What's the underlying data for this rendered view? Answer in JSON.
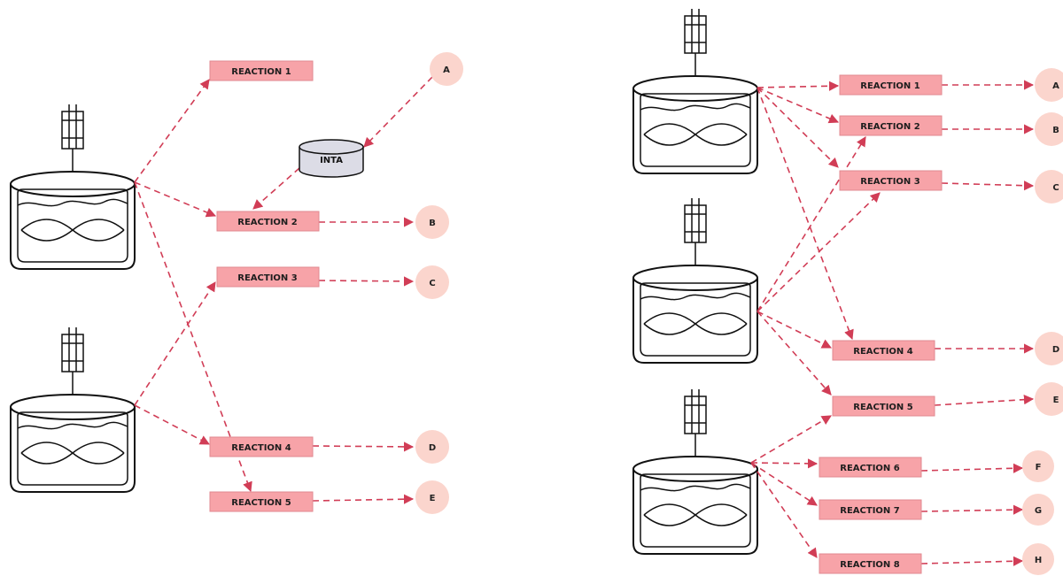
{
  "left": {
    "reactions": [
      "REACTION 1",
      "REACTION 2",
      "REACTION 3",
      "REACTION 4",
      "REACTION 5"
    ],
    "products": [
      "A",
      "B",
      "C",
      "D",
      "E"
    ],
    "intermediate": "INTA"
  },
  "right": {
    "reactions": [
      "REACTION 1",
      "REACTION 2",
      "REACTION 3",
      "REACTION 4",
      "REACTION 5",
      "REACTION 6",
      "REACTION 7",
      "REACTION 8"
    ],
    "products": [
      "A",
      "B",
      "C",
      "D",
      "E",
      "F",
      "G",
      "H"
    ]
  },
  "colors": {
    "reaction_fill": "#f7a3a8",
    "product_fill": "#fbd5cd",
    "arrow": "#d13d56",
    "intermediate_fill": "#dcdce6"
  }
}
